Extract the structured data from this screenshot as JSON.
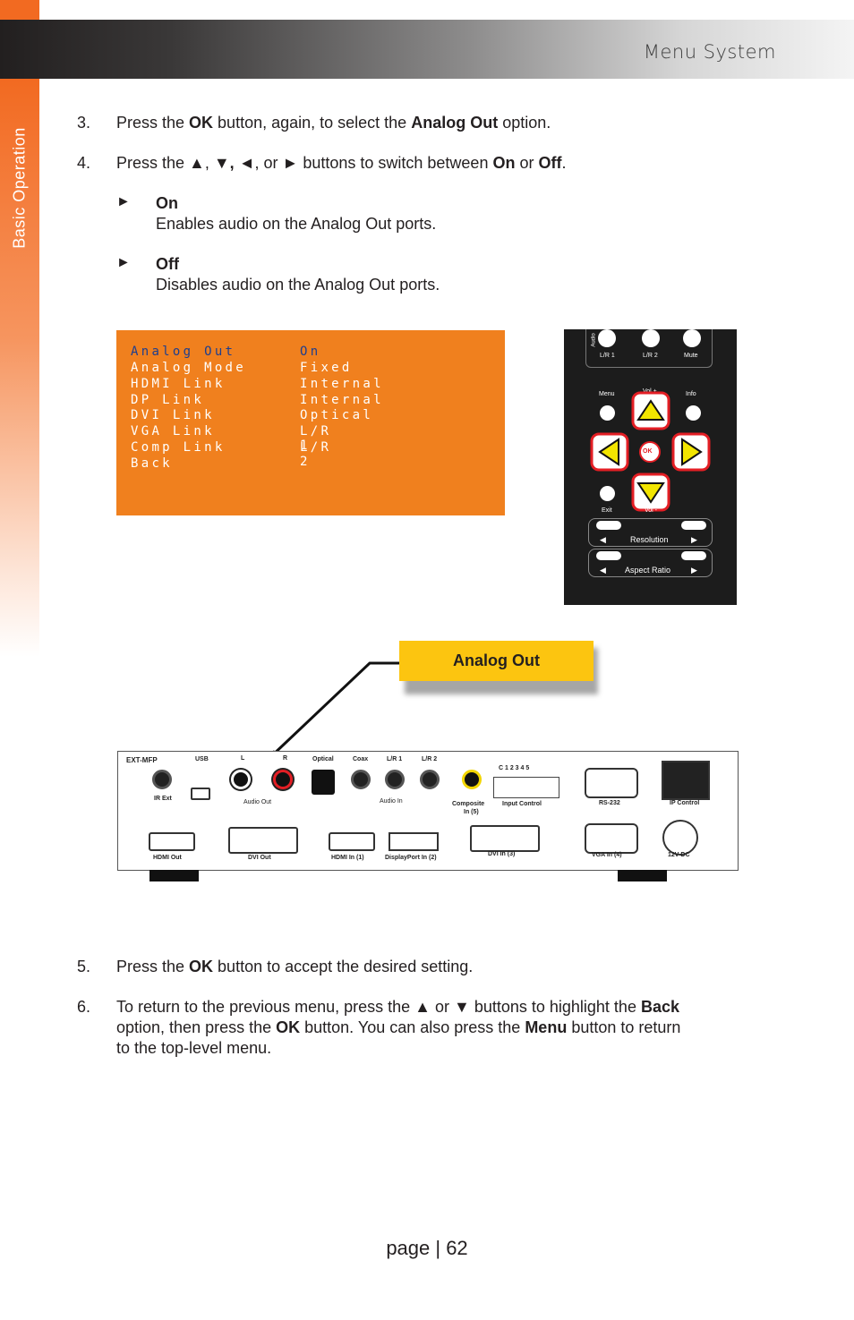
{
  "header": {
    "title": "Menu System",
    "side_tab": "Basic Operation"
  },
  "steps_top": [
    {
      "num": "3.",
      "pre": "Press the ",
      "b1": "OK",
      "mid": " button, again, to select the ",
      "b2": "Analog Out",
      "post": " option."
    },
    {
      "num": "4.",
      "pre": "Press the ▲, ▼",
      "b1": ",",
      "mid": " ◄, or ► buttons to switch between ",
      "b2": "On",
      "mid2": " or ",
      "b3": "Off",
      "post": "."
    }
  ],
  "options": [
    {
      "marker": "►",
      "title": "On",
      "desc": "Enables audio on the Analog Out ports."
    },
    {
      "marker": "►",
      "title": "Off",
      "desc": "Disables audio on the Analog Out ports."
    }
  ],
  "menu_screen": {
    "rows": [
      {
        "label": "Analog Out",
        "value": "On",
        "selected": true
      },
      {
        "label": "Analog Mode",
        "value": "Fixed"
      },
      {
        "label": "HDMI Link",
        "value": "Internal"
      },
      {
        "label": "DP Link",
        "value": "Internal"
      },
      {
        "label": "DVI Link",
        "value": "Optical"
      },
      {
        "label": "VGA Link",
        "value": "L/R 1"
      },
      {
        "label": "Comp Link",
        "value": "L/R 2"
      },
      {
        "label": "Back",
        "value": ""
      }
    ],
    "bg_color": "#f0801e",
    "selected_color": "#1d3e8f"
  },
  "remote": {
    "audio": "Audio",
    "lr1": "L/R 1",
    "lr2": "L/R 2",
    "mute": "Mute",
    "menu": "Menu",
    "vol_plus": "Vol +",
    "info": "Info",
    "ok": "OK",
    "exit": "Exit",
    "vol_minus": "Vol -",
    "resolution": "Resolution",
    "aspect": "Aspect Ratio",
    "highlight_color": "#e31e24"
  },
  "callout": {
    "label": "Analog Out",
    "color": "#fcc510"
  },
  "device": {
    "model": "EXT-MFP",
    "usb": "USB",
    "l": "L",
    "r": "R",
    "optical": "Optical",
    "coax": "Coax",
    "lr1": "L/R 1",
    "lr2": "L/R 2",
    "ir_ext": "IR Ext",
    "audio_out": "Audio Out",
    "audio_in": "Audio In",
    "composite": "Composite",
    "composite2": "In (5)",
    "input_control": "Input Control",
    "pins": "C  1  2  3  4  5",
    "rs232": "RS-232",
    "ip_control": "IP Control",
    "hdmi_out": "HDMI Out",
    "dvi_out": "DVI Out",
    "hdmi_in": "HDMI In (1)",
    "dp_in": "DisplayPort In (2)",
    "dvi_in": "DVI In (3)",
    "vga_in": "VGA In (4)",
    "dc": "12V DC"
  },
  "steps_bottom": [
    {
      "num": "5.",
      "pre": "Press the ",
      "b1": "OK",
      "post": " button to accept the desired setting."
    },
    {
      "num": "6.",
      "line1_pre": "To return to the previous menu, press the ▲ or ▼ buttons to highlight the ",
      "line1_b": "Back",
      "line2_pre": "option, then press the ",
      "line2_b1": "OK",
      "line2_mid": " button.  You can also press the ",
      "line2_b2": "Menu",
      "line2_post": " button to return",
      "line3": "to the top-level menu."
    }
  ],
  "footer": {
    "page": "page | 62"
  }
}
